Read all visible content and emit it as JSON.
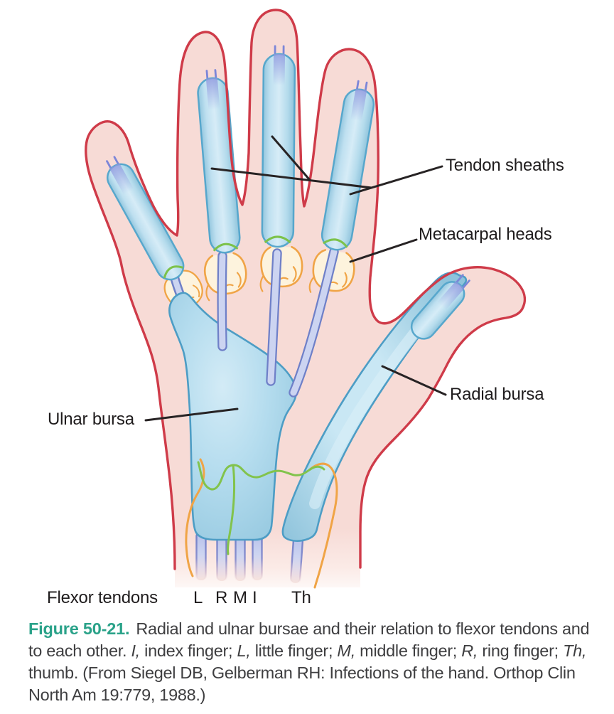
{
  "figure": {
    "labels": {
      "tendon_sheaths": "Tendon sheaths",
      "metacarpal_heads": "Metacarpal heads",
      "radial_bursa": "Radial bursa",
      "ulnar_bursa": "Ulnar bursa",
      "flexor_tendons": "Flexor tendons",
      "tendon_little": "L",
      "tendon_ring": "R",
      "tendon_middle": "M",
      "tendon_index": "I",
      "tendon_thumb": "Th"
    },
    "caption": {
      "label": "Figure 50-21.",
      "body_1": "Radial and ulnar bursae and their relation to flexor tendons and to each other. ",
      "abbr_index": "I,",
      "body_2": " index finger; ",
      "abbr_little": "L,",
      "body_3": " little finger; ",
      "abbr_middle": "M,",
      "body_4": " middle finger; ",
      "abbr_ring": "R,",
      "body_5": " ring finger; ",
      "abbr_thumb": "Th,",
      "body_6": " thumb. (From Siegel DB, Gelberman RH: Infections of the hand. Orthop Clin North Am 19:779, 1988.)"
    },
    "colors": {
      "skin": "#f7dbd6",
      "skin_outline": "#cf3b49",
      "sheath_fill": "#c2e2f2",
      "sheath_outline": "#57a7cc",
      "bursa_fill": "#aad6e9",
      "bursa_outline": "#4d9dc5",
      "tendon_fill": "#ccd4f1",
      "tendon_outline": "#6f80c8",
      "metacarpal_outline": "#f0a446",
      "metacarpal_fill": "#fdf3dd",
      "pulley_green": "#7cc24a",
      "leader_line": "#272324",
      "label_text": "#1f1c1d",
      "caption_teal": "#2aa289",
      "caption_text": "#3e3e40"
    }
  }
}
